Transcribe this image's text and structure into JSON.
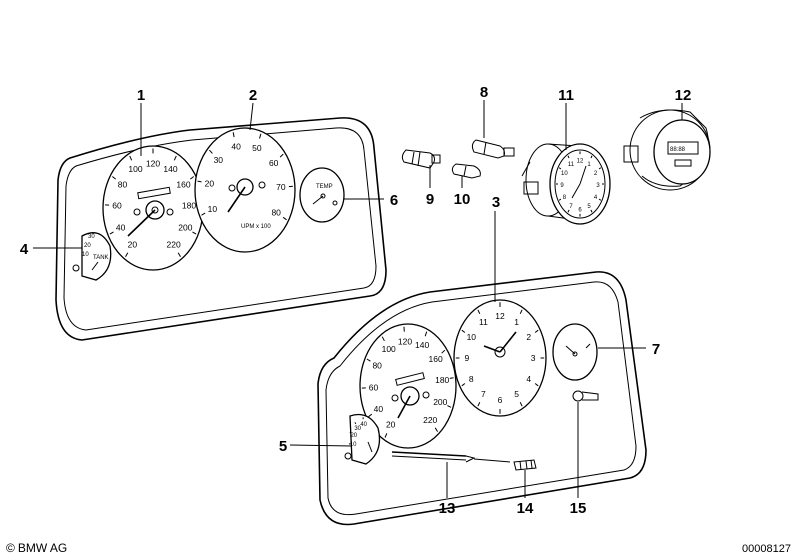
{
  "callouts": [
    {
      "id": "1",
      "label": "1"
    },
    {
      "id": "2",
      "label": "2"
    },
    {
      "id": "3",
      "label": "3"
    },
    {
      "id": "4",
      "label": "4"
    },
    {
      "id": "5",
      "label": "5"
    },
    {
      "id": "6",
      "label": "6"
    },
    {
      "id": "7",
      "label": "7"
    },
    {
      "id": "8",
      "label": "8"
    },
    {
      "id": "9",
      "label": "9"
    },
    {
      "id": "10",
      "label": "10"
    },
    {
      "id": "11",
      "label": "11"
    },
    {
      "id": "12",
      "label": "12"
    },
    {
      "id": "13",
      "label": "13"
    },
    {
      "id": "14",
      "label": "14"
    },
    {
      "id": "15",
      "label": "15"
    }
  ],
  "gauges": {
    "speedometer_top_scale": [
      "20",
      "40",
      "60",
      "80",
      "100",
      "120",
      "140",
      "160",
      "180",
      "200",
      "220"
    ],
    "tachometer_scale": [
      "10",
      "20",
      "30",
      "40",
      "50",
      "60",
      "70",
      "80"
    ],
    "tachometer_legend": "UPM x 100",
    "temp_label": "TEMP",
    "tank_label": "TANK",
    "clock_scale": [
      "12",
      "1",
      "2",
      "3",
      "4",
      "5",
      "6",
      "7",
      "8",
      "9",
      "10",
      "11"
    ],
    "speedometer_bottom_scale": [
      "20",
      "40",
      "60",
      "80",
      "100",
      "120",
      "140",
      "160",
      "180",
      "200",
      "220"
    ],
    "fuel_bottom_scale": [
      "40",
      "30",
      "20",
      "10"
    ]
  },
  "footer": {
    "copyright_mark": "©",
    "copyright": "BMW AG",
    "part_number": "00008127"
  }
}
